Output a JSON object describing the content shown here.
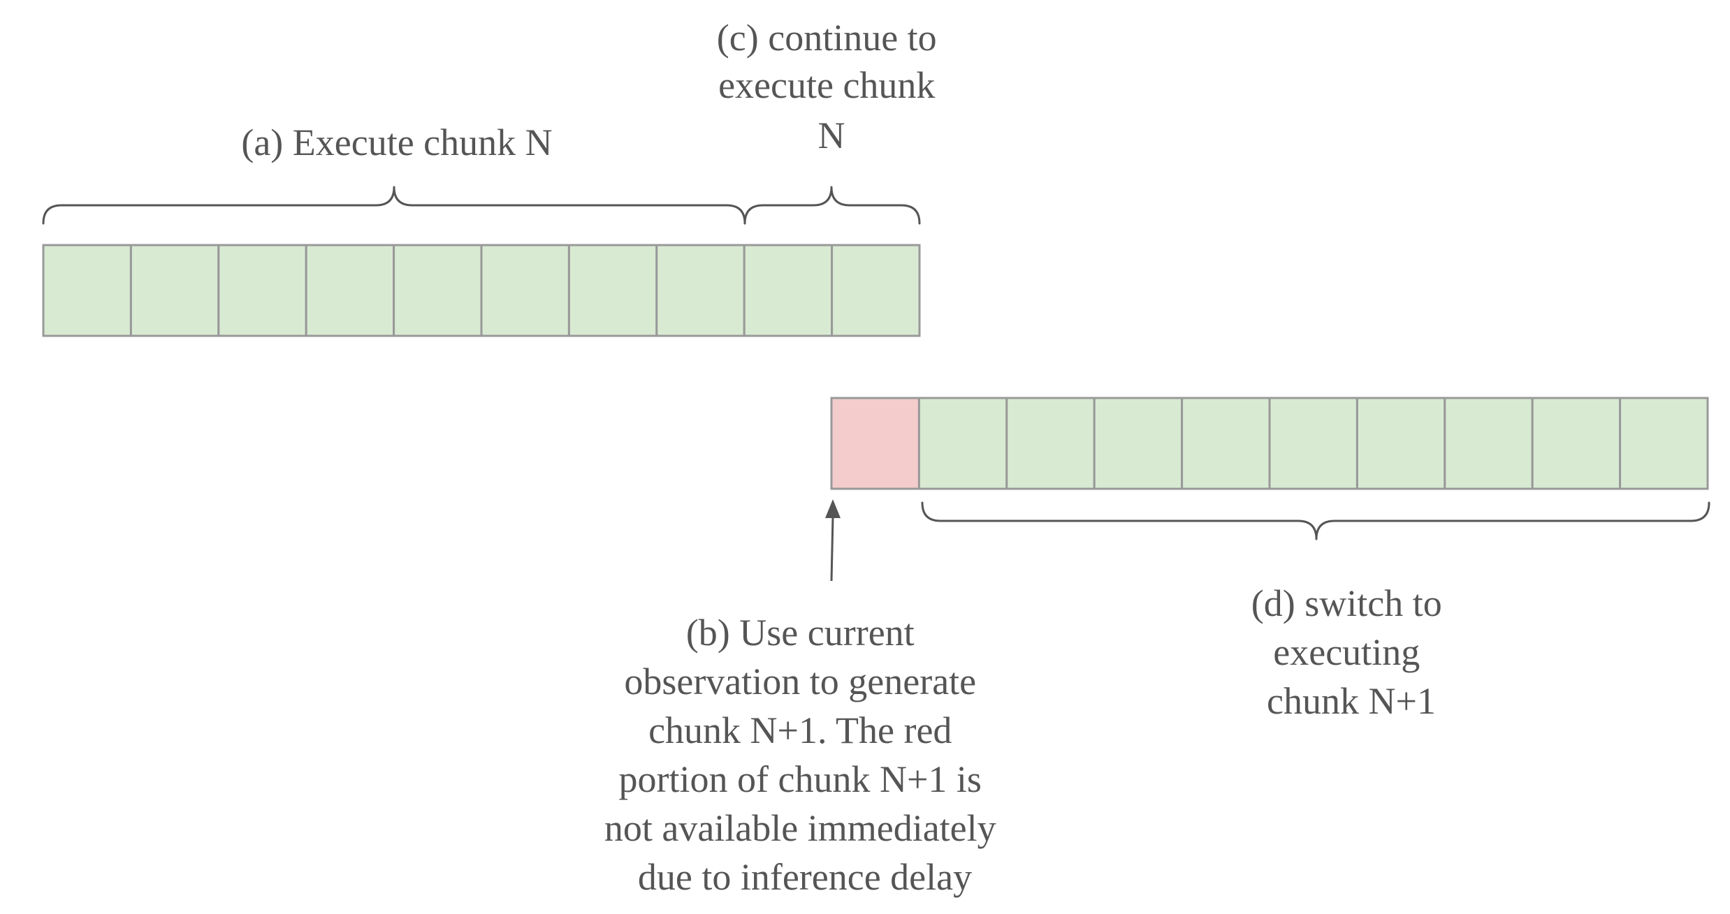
{
  "colors": {
    "executable": "#d9ead3",
    "delayed": "#f4cccc",
    "text": "#555555",
    "cell_border": "#999999"
  },
  "chunk_n": {
    "cells": [
      "executable",
      "executable",
      "executable",
      "executable",
      "executable",
      "executable",
      "executable",
      "executable",
      "executable",
      "executable"
    ]
  },
  "chunk_n1": {
    "cells": [
      "delayed",
      "executable",
      "executable",
      "executable",
      "executable",
      "executable",
      "executable",
      "executable",
      "executable",
      "executable"
    ]
  },
  "labels": {
    "a": [
      "(a) Execute chunk N"
    ],
    "b": [
      "(b) Use current",
      "observation to generate",
      "chunk N+1. The red",
      "portion of chunk N+1 is",
      "not available immediately",
      "due to inference delay"
    ],
    "c": [
      "(c) continue to",
      "execute chunk",
      "N"
    ],
    "d": [
      "(d) switch to",
      "executing",
      "chunk N+1"
    ]
  }
}
